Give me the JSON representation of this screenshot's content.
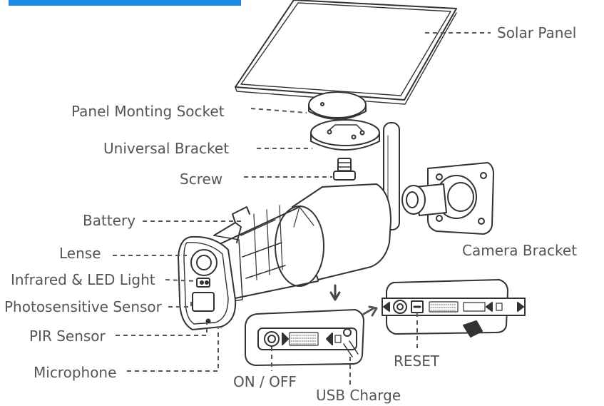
{
  "diagram": {
    "labels": {
      "solar_panel": "Solar Panel",
      "panel_mounting_socket": "Panel Monting Socket",
      "universal_bracket": "Universal Bracket",
      "screw": "Screw",
      "battery": "Battery",
      "lense": "Lense",
      "infrared_led": "Infrared & LED Light",
      "photosensitive": "Photosensitive Sensor",
      "pir_sensor": "PIR Sensor",
      "microphone": "Microphone",
      "camera_bracket": "Camera Bracket",
      "on_off": "ON / OFF",
      "usb_charge": "USB Charge",
      "reset": "RESET"
    },
    "colors": {
      "accent_bar": "#1e88e5",
      "line": "#333333",
      "label": "#555555"
    }
  }
}
